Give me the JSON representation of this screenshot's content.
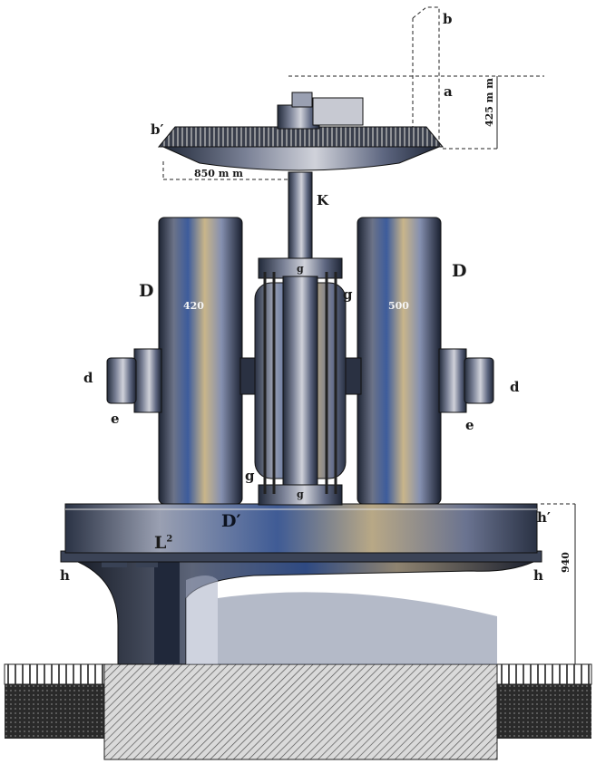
{
  "diagram": {
    "labels": {
      "b": "b",
      "a": "a",
      "b_prime": "b′",
      "K": "K",
      "D_left": "D",
      "D_right": "D",
      "g_top": "g",
      "g_right": "g",
      "g_lower_left": "g",
      "g_bottom": "g",
      "d_left": "d",
      "d_right": "d",
      "e_left": "e",
      "e_right": "e",
      "D_prime": "D′",
      "h_prime": "h′",
      "L2": "L",
      "L2_sup": "2",
      "h_left": "h",
      "h_right": "h"
    },
    "dimensions": {
      "height_top": "425 m m",
      "width_bevel": "850 m m",
      "roller_left": "420",
      "roller_right": "500",
      "height_base": "940"
    }
  },
  "colors": {
    "metal_dark": "#1b2230",
    "metal_mid": "#5a6478",
    "metal_blue": "#3a5a9a",
    "metal_light": "#c9ccd6",
    "ink": "#1a1a1a"
  }
}
